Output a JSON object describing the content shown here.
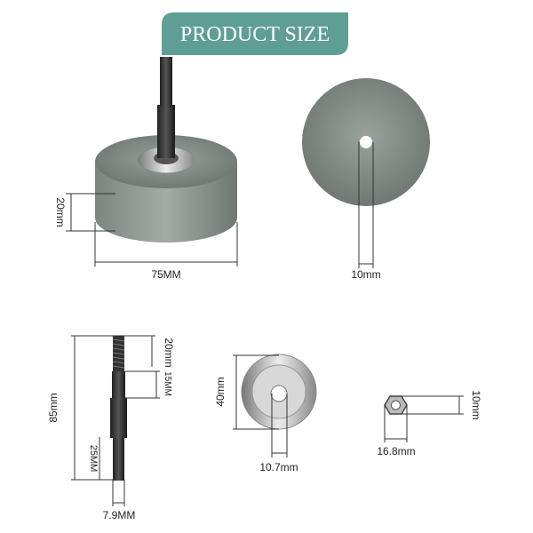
{
  "banner": {
    "title": "PRODUCT SIZE",
    "color": "#5f9e95"
  },
  "wheel_side": {
    "height_label": "20mm",
    "diameter_label": "75MM"
  },
  "wheel_face": {
    "hole_label": "10mm"
  },
  "shaft": {
    "total_label": "85mm",
    "thread_label": "20mm",
    "collar_label": "15MM",
    "shank_label": "25MM",
    "diameter_label": "7.9MM"
  },
  "washer": {
    "diameter_label": "40mm",
    "hole_label": "10.7mm"
  },
  "nut": {
    "height_label": "10mm",
    "width_label": "16.8mm"
  }
}
